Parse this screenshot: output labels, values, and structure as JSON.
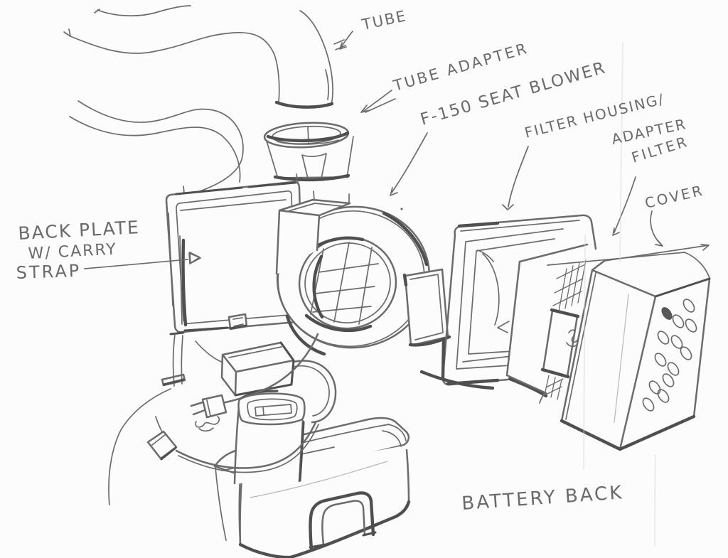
{
  "page": {
    "background_color": "#fcfcfc",
    "ink_color": "#6b6b6b",
    "ink_dark_color": "#4f4f4f",
    "label_color": "#5e5e5e"
  },
  "labels": {
    "tube": "TUBE",
    "tube_adapter": "TUBE ADAPTER",
    "seat_blower": "F-150 SEAT BLOWER",
    "filter_housing_line1": "FILTER HOUSING/",
    "filter_housing_line2": "ADAPTER",
    "filter": "FILTER",
    "cover": "COVER",
    "back_plate_line1": "BACK PLATE",
    "back_plate_line2": "W/ CARRY",
    "back_plate_line3": "STRAP",
    "battery_pack": "BATTERY BACK"
  }
}
